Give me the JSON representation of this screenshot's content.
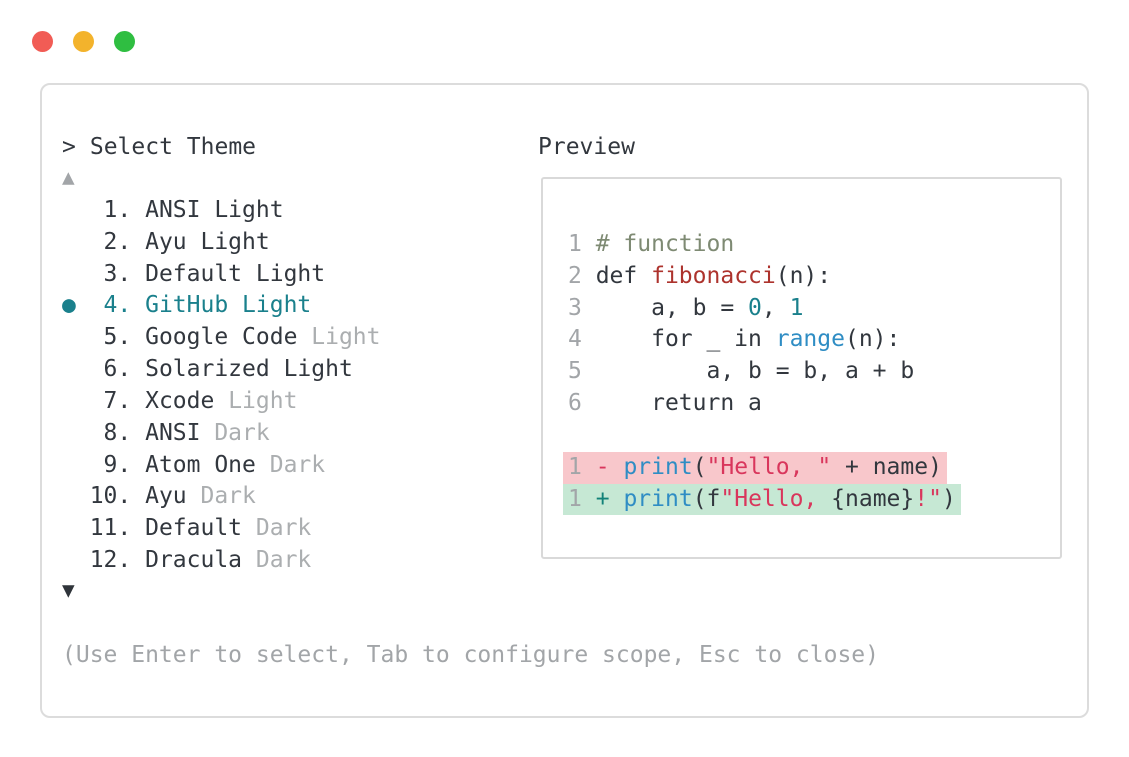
{
  "window": {
    "controls": [
      "close",
      "minimize",
      "zoom"
    ],
    "control_colors": {
      "close": "#f15c55",
      "minimize": "#f3b32c",
      "zoom": "#2fbe41"
    }
  },
  "selector": {
    "prompt": ">",
    "title": "Select Theme",
    "scroll_up_icon": "▲",
    "scroll_down_icon": "▼",
    "selected_marker": "●",
    "items": [
      {
        "num": "1",
        "name": "ANSI Light",
        "dim": "",
        "selected": false
      },
      {
        "num": "2",
        "name": "Ayu Light",
        "dim": "",
        "selected": false
      },
      {
        "num": "3",
        "name": "Default Light",
        "dim": "",
        "selected": false
      },
      {
        "num": "4",
        "name": "GitHub Light",
        "dim": "",
        "selected": true
      },
      {
        "num": "5",
        "name": "Google Code",
        "dim": "Light",
        "selected": false
      },
      {
        "num": "6",
        "name": "Solarized Light",
        "dim": "",
        "selected": false
      },
      {
        "num": "7",
        "name": "Xcode",
        "dim": "Light",
        "selected": false
      },
      {
        "num": "8",
        "name": "ANSI",
        "dim": "Dark",
        "selected": false
      },
      {
        "num": "9",
        "name": "Atom One",
        "dim": "Dark",
        "selected": false
      },
      {
        "num": "10",
        "name": "Ayu",
        "dim": "Dark",
        "selected": false
      },
      {
        "num": "11",
        "name": "Default",
        "dim": "Dark",
        "selected": false
      },
      {
        "num": "12",
        "name": "Dracula",
        "dim": "Dark",
        "selected": false
      }
    ],
    "footer_hint": "(Use Enter to select, Tab to configure scope, Esc to close)"
  },
  "preview": {
    "title": "Preview",
    "code_lines": [
      {
        "segs": [
          {
            "s": "ln",
            "t": "1"
          },
          {
            "s": "t",
            "t": " "
          },
          {
            "s": "cmt",
            "t": "# function"
          }
        ]
      },
      {
        "segs": [
          {
            "s": "ln",
            "t": "2"
          },
          {
            "s": "t",
            "t": " def "
          },
          {
            "s": "fn",
            "t": "fibonacci"
          },
          {
            "s": "t",
            "t": "(n):"
          }
        ]
      },
      {
        "segs": [
          {
            "s": "ln",
            "t": "3"
          },
          {
            "s": "t",
            "t": "     a, b = "
          },
          {
            "s": "num",
            "t": "0"
          },
          {
            "s": "t",
            "t": ", "
          },
          {
            "s": "num",
            "t": "1"
          }
        ]
      },
      {
        "segs": [
          {
            "s": "ln",
            "t": "4"
          },
          {
            "s": "t",
            "t": "     for _ in "
          },
          {
            "s": "call",
            "t": "range"
          },
          {
            "s": "t",
            "t": "(n):"
          }
        ]
      },
      {
        "segs": [
          {
            "s": "ln",
            "t": "5"
          },
          {
            "s": "t",
            "t": "         a, b = b, a + b"
          }
        ]
      },
      {
        "segs": [
          {
            "s": "ln",
            "t": "6"
          },
          {
            "s": "t",
            "t": "     return a"
          }
        ]
      },
      {
        "segs": []
      },
      {
        "bg": "del",
        "segs": [
          {
            "s": "ln",
            "t": "1"
          },
          {
            "s": "t",
            "t": " "
          },
          {
            "s": "del",
            "t": "-"
          },
          {
            "s": "t",
            "t": " "
          },
          {
            "s": "call",
            "t": "print"
          },
          {
            "s": "t",
            "t": "("
          },
          {
            "s": "str",
            "t": "\"Hello, \""
          },
          {
            "s": "t",
            "t": " + name)"
          }
        ]
      },
      {
        "bg": "add",
        "segs": [
          {
            "s": "ln",
            "t": "1"
          },
          {
            "s": "t",
            "t": " "
          },
          {
            "s": "add",
            "t": "+"
          },
          {
            "s": "t",
            "t": " "
          },
          {
            "s": "call",
            "t": "print"
          },
          {
            "s": "t",
            "t": "(f"
          },
          {
            "s": "str",
            "t": "\"Hello, "
          },
          {
            "s": "t",
            "t": "{name}"
          },
          {
            "s": "str",
            "t": "!\""
          },
          {
            "s": "t",
            "t": ")"
          }
        ]
      }
    ]
  },
  "colors": {
    "accent_teal": "#1a808c",
    "text_dark": "#32373e",
    "text_gray": "#a2a5a8",
    "comment": "#7e8a73",
    "function_red": "#ad332d",
    "string_crimson": "#d9365c",
    "call_blue": "#2f8dc4",
    "diff_add": "#128278",
    "diff_del_bg": "#f8c7cb",
    "diff_add_bg": "#c6e8d4",
    "panel_border": "#dcdcdc"
  }
}
